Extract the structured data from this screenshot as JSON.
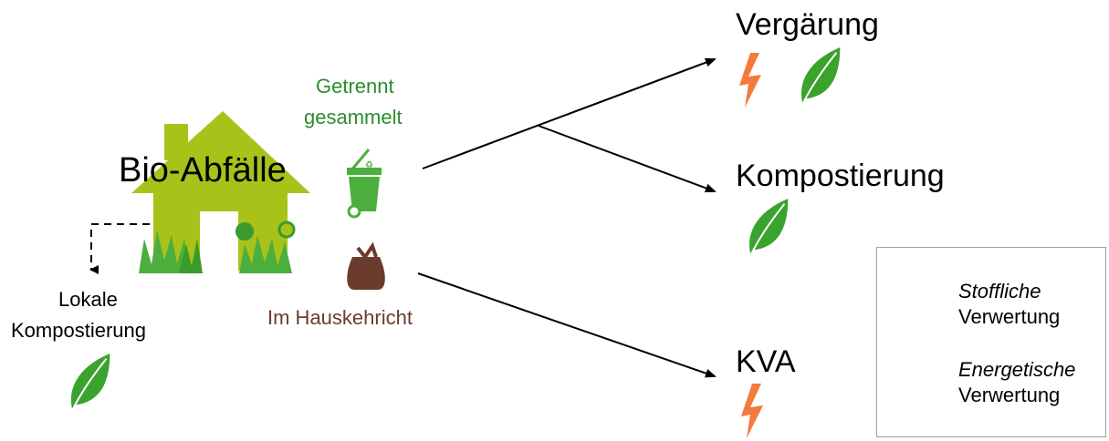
{
  "house": {
    "label": "Bio-Abfälle"
  },
  "local": {
    "line1": "Lokale",
    "line2": "Kompostierung"
  },
  "collection": {
    "separate_line1": "Getrennt",
    "separate_line2": "gesammelt",
    "household": "Im Hauskehricht"
  },
  "destinations": {
    "fermentation": "Vergärung",
    "composting": "Kompostierung",
    "incineration": "KVA"
  },
  "legend": {
    "material_line1": "Stoffliche",
    "material_line2": "Verwertung",
    "energy_line1": "Energetische",
    "energy_line2": "Verwertung"
  },
  "colors": {
    "leaf": "#3aa32d",
    "lightning": "#f47a3d",
    "house": "#a8c21a",
    "bin": "#4cae3c",
    "bag": "#6b3c2e"
  },
  "icons": [
    "leaf-icon",
    "lightning-icon",
    "house-icon",
    "green-bin-icon",
    "trash-bag-icon"
  ]
}
